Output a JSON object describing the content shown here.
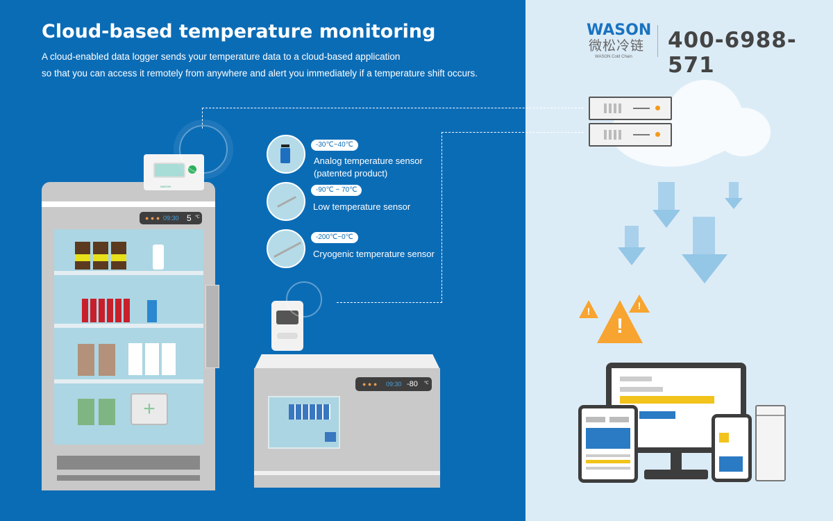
{
  "header": {
    "title": "Cloud-based temperature monitoring",
    "description_line1": "A cloud-enabled data logger sends your temperature data to a cloud-based application",
    "description_line2": "so that you can access it remotely from anywhere and alert you immediately if a temperature shift occurs."
  },
  "brand": {
    "logo": "WASON",
    "logo_cn": "微松冷链",
    "logo_sub": "WASON Cold Chain",
    "phone": "400-6988-571"
  },
  "sensors": [
    {
      "range": "-30℃~40℃",
      "name_line1": "Analog temperature sensor",
      "name_line2": "(patented product)",
      "icon": "vial-sensor-icon"
    },
    {
      "range": "-90℃ ~ 70℃",
      "name_line1": "Low temperature sensor",
      "icon": "probe-icon"
    },
    {
      "range": "-200℃~0℃",
      "name_line1": "Cryogenic temperature sensor",
      "icon": "long-probe-icon"
    }
  ],
  "fridge": {
    "time": "09:30",
    "temp": "5",
    "unit": "℃",
    "logger_brand": "WASON"
  },
  "freezer": {
    "time": "09:30",
    "temp": "-80",
    "unit": "℃"
  },
  "colors": {
    "left_bg": "#0b6cb6",
    "right_bg": "#dcecf7",
    "accent_yellow": "#f2c31b",
    "warning": "#f7a430"
  }
}
